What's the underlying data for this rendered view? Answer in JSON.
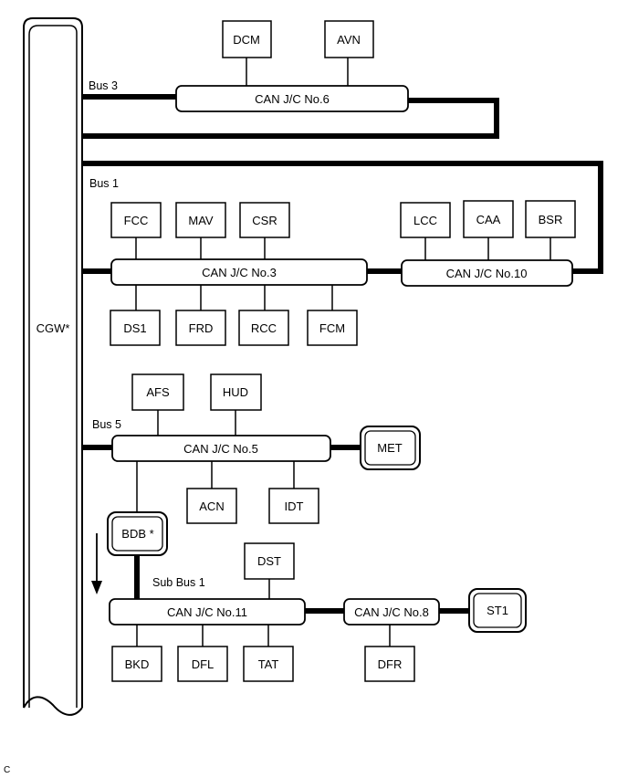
{
  "diagram": {
    "gateway": "CGW*",
    "buses": {
      "bus3": "Bus 3",
      "bus1": "Bus 1",
      "bus5": "Bus 5",
      "sub_bus1": "Sub Bus 1"
    },
    "junctions": {
      "jc6": "CAN J/C No.6",
      "jc3": "CAN J/C No.3",
      "jc10": "CAN J/C No.10",
      "jc5": "CAN J/C No.5",
      "jc11": "CAN J/C No.11",
      "jc8": "CAN J/C No.8"
    },
    "nodes": {
      "dcm": "DCM",
      "avn": "AVN",
      "fcc": "FCC",
      "mav": "MAV",
      "csr": "CSR",
      "ds1": "DS1",
      "frd": "FRD",
      "rcc": "RCC",
      "fcm": "FCM",
      "lcc": "LCC",
      "caa": "CAA",
      "bsr": "BSR",
      "afs": "AFS",
      "hud": "HUD",
      "met": "MET",
      "acn": "ACN",
      "idt": "IDT",
      "bdb": "BDB *",
      "dst": "DST",
      "bkd": "BKD",
      "dfl": "DFL",
      "tat": "TAT",
      "dfr": "DFR",
      "st1": "ST1"
    },
    "corner_code": "C"
  }
}
